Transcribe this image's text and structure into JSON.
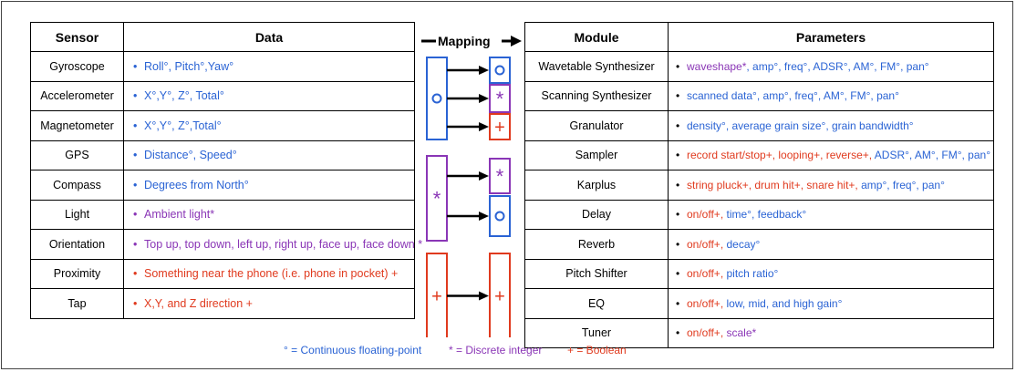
{
  "sensor_table": {
    "headers": [
      "Sensor",
      "Data"
    ],
    "rows": [
      {
        "sensor": "Gyroscope",
        "segments": [
          {
            "text": "Roll°, Pitch°,Yaw°",
            "color": "blue"
          }
        ]
      },
      {
        "sensor": "Accelerometer",
        "segments": [
          {
            "text": "X°,Y°, Z°, Total°",
            "color": "blue"
          }
        ]
      },
      {
        "sensor": "Magnetometer",
        "segments": [
          {
            "text": "X°,Y°, Z°,Total°",
            "color": "blue"
          }
        ]
      },
      {
        "sensor": "GPS",
        "segments": [
          {
            "text": "Distance°, Speed°",
            "color": "blue"
          }
        ]
      },
      {
        "sensor": "Compass",
        "segments": [
          {
            "text": "Degrees from North°",
            "color": "blue"
          }
        ]
      },
      {
        "sensor": "Light",
        "segments": [
          {
            "text": "Ambient light*",
            "color": "purple"
          }
        ]
      },
      {
        "sensor": "Orientation",
        "segments": [
          {
            "text": "Top up, top down, left up, right up, face up, face down *",
            "color": "purple"
          }
        ]
      },
      {
        "sensor": "Proximity",
        "segments": [
          {
            "text": "Something near the phone (i.e. phone in pocket) +",
            "color": "red"
          }
        ]
      },
      {
        "sensor": "Tap",
        "segments": [
          {
            "text": "X,Y, and Z direction +",
            "color": "red"
          }
        ]
      }
    ]
  },
  "module_table": {
    "headers": [
      "Module",
      "Parameters"
    ],
    "rows": [
      {
        "module": "Wavetable Synthesizer",
        "segments": [
          {
            "text": "waveshape*",
            "color": "purple"
          },
          {
            "text": ", amp°, freq°, ADSR°, AM°, FM°, pan°",
            "color": "blue"
          }
        ]
      },
      {
        "module": "Scanning Synthesizer",
        "segments": [
          {
            "text": "scanned data°, amp°, freq°, AM°, FM°, pan°",
            "color": "blue"
          }
        ]
      },
      {
        "module": "Granulator",
        "segments": [
          {
            "text": "density°, average grain size°, grain bandwidth°",
            "color": "blue"
          }
        ]
      },
      {
        "module": "Sampler",
        "segments": [
          {
            "text": "record start/stop+, looping+, reverse+, ",
            "color": "red"
          },
          {
            "text": "ADSR°, AM°, FM°, pan°",
            "color": "blue"
          }
        ]
      },
      {
        "module": "Karplus",
        "segments": [
          {
            "text": "string pluck+, drum hit+, snare hit+, ",
            "color": "red"
          },
          {
            "text": "amp°, freq°, pan°",
            "color": "blue"
          }
        ]
      },
      {
        "module": "Delay",
        "segments": [
          {
            "text": "on/off+, ",
            "color": "red"
          },
          {
            "text": "time°, feedback°",
            "color": "blue"
          }
        ]
      },
      {
        "module": "Reverb",
        "segments": [
          {
            "text": "on/off+, ",
            "color": "red"
          },
          {
            "text": "decay°",
            "color": "blue"
          }
        ]
      },
      {
        "module": "Pitch Shifter",
        "segments": [
          {
            "text": "on/off+, ",
            "color": "red"
          },
          {
            "text": "pitch ratio°",
            "color": "blue"
          }
        ]
      },
      {
        "module": "EQ",
        "segments": [
          {
            "text": "on/off+, ",
            "color": "red"
          },
          {
            "text": "low, mid, and high gain°",
            "color": "blue"
          }
        ]
      },
      {
        "module": "Tuner",
        "segments": [
          {
            "text": "on/off+, ",
            "color": "red"
          },
          {
            "text": "scale*",
            "color": "purple"
          }
        ]
      }
    ]
  },
  "mapping": {
    "label": "Mapping",
    "groups": [
      {
        "symbol": "o",
        "color": "blue",
        "targets": [
          {
            "symbol": "o",
            "color": "blue"
          },
          {
            "symbol": "*",
            "color": "purple"
          },
          {
            "symbol": "+",
            "color": "red"
          }
        ]
      },
      {
        "symbol": "*",
        "color": "purple",
        "targets": [
          {
            "symbol": "*",
            "color": "purple"
          },
          {
            "symbol": "o",
            "color": "blue"
          }
        ]
      },
      {
        "symbol": "+",
        "color": "red",
        "targets": [
          {
            "symbol": "+",
            "color": "red"
          }
        ]
      }
    ]
  },
  "legend": [
    {
      "text": "° = Continuous floating-point",
      "color": "blue"
    },
    {
      "text": "* = Discrete integer",
      "color": "purple"
    },
    {
      "text": "+ = Boolean",
      "color": "red"
    }
  ],
  "bullet": "•",
  "colors": {
    "blue": "#2a63d4",
    "purple": "#8a36b6",
    "red": "#e03a1e"
  }
}
